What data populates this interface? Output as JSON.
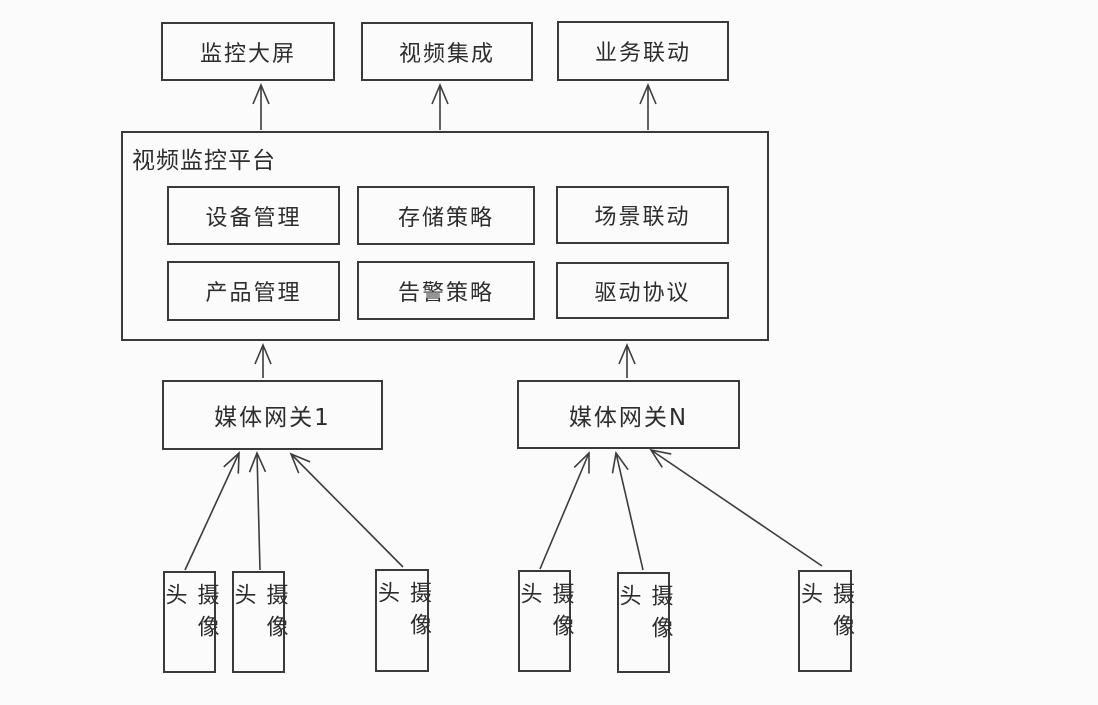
{
  "top_row": [
    {
      "label": "监控大屏"
    },
    {
      "label": "视频集成"
    },
    {
      "label": "业务联动"
    }
  ],
  "platform": {
    "title": "视频监控平台",
    "modules": [
      {
        "label": "设备管理"
      },
      {
        "label": "存储策略"
      },
      {
        "label": "场景联动"
      },
      {
        "label": "产品管理"
      },
      {
        "label": "告警策略"
      },
      {
        "label": "驱动协议"
      }
    ]
  },
  "gateways": [
    {
      "label": "媒体网关1"
    },
    {
      "label": "媒体网关N"
    }
  ],
  "cameras": [
    {
      "label": "摄像头"
    },
    {
      "label": "摄像头"
    },
    {
      "label": "摄像头"
    },
    {
      "label": "摄像头"
    },
    {
      "label": "摄像头"
    },
    {
      "label": "摄像头"
    }
  ],
  "colors": {
    "background": "#fbfbfb",
    "line": "#3c3c3c",
    "box_border": "#3a3a3a",
    "text": "#2d2d2d"
  }
}
